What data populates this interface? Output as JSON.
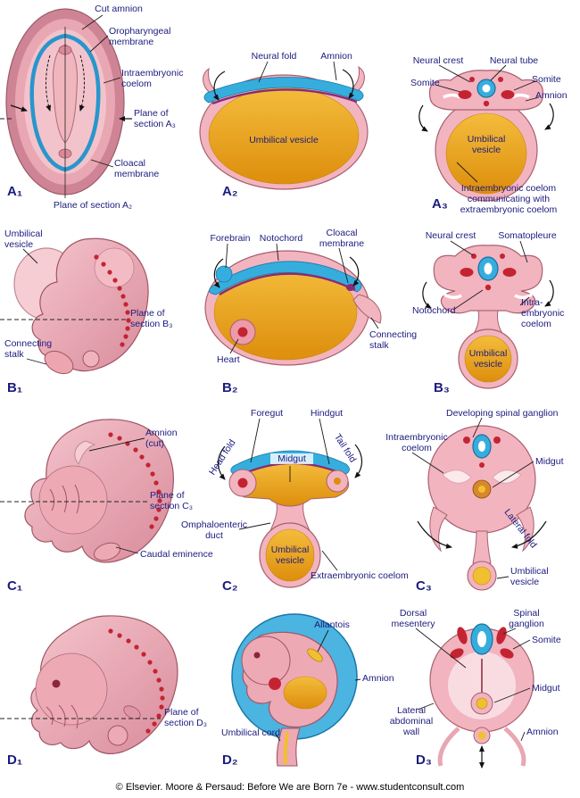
{
  "footer": "© Elsevier. Moore & Persaud: Before We are Born 7e - www.studentconsult.com",
  "colors": {
    "label_text": "#1b1b7e",
    "amnion_blue": "#35aede",
    "vesicle_orange": "#e79c1a",
    "embryo_pink": "#f2b4bf",
    "somite_red": "#c42432",
    "notochord_purple": "#8c2a74"
  },
  "a1": {
    "panel_label": "A₁",
    "cut_amnion": "Cut amnion",
    "oropharyngeal_membrane": "Oropharyngeal\nmembrane",
    "intraembryonic_coelom": "Intraembryonic\ncoelom",
    "plane_a3": "Plane of\nsection A₃",
    "cloacal_membrane": "Cloacal\nmembrane",
    "plane_a2": "Plane of section A₂"
  },
  "a2": {
    "panel_label": "A₂",
    "neural_fold": "Neural fold",
    "amnion": "Amnion",
    "umbilical_vesicle": "Umbilical vesicle"
  },
  "a3": {
    "panel_label": "A₃",
    "neural_crest": "Neural crest",
    "neural_tube": "Neural tube",
    "somite_left": "Somite",
    "somite_right": "Somite",
    "amnion": "Amnion",
    "umbilical_vesicle": "Umbilical\nvesicle",
    "coelom_note": "Intraembryonic coelom\ncommunicating with\nextraembryonic coelom"
  },
  "b1": {
    "panel_label": "B₁",
    "umbilical_vesicle": "Umbilical\nvesicle",
    "plane_b3": "Plane of\nsection B₃",
    "connecting_stalk": "Connecting\nstalk"
  },
  "b2": {
    "panel_label": "B₂",
    "forebrain": "Forebrain",
    "notochord": "Notochord",
    "cloacal_membrane": "Cloacal\nmembrane",
    "heart": "Heart",
    "connecting_stalk": "Connecting\nstalk"
  },
  "b3": {
    "panel_label": "B₃",
    "neural_crest": "Neural crest",
    "somatopleure": "Somatopleure",
    "notochord": "Notochord",
    "intraembryonic_coelom": "Intra-\nembryonic\ncoelom",
    "umbilical_vesicle": "Umbilical\nvesicle"
  },
  "c1": {
    "panel_label": "C₁",
    "amnion_cut": "Amnion\n(cut)",
    "plane_c3": "Plane of\nsection C₃",
    "caudal_eminence": "Caudal eminence"
  },
  "c2": {
    "panel_label": "C₂",
    "foregut": "Foregut",
    "hindgut": "Hindgut",
    "head_fold": "Head fold",
    "tail_fold": "Tail fold",
    "midgut": "Midgut",
    "omphaloenteric_duct": "Omphaloenteric\nduct",
    "umbilical_vesicle": "Umbilical\nvesicle",
    "extraembryonic_coelom": "Extraembryonic coelom"
  },
  "c3": {
    "panel_label": "C₃",
    "spinal_ganglion": "Developing spinal ganglion",
    "intraembryonic_coelom": "Intraembryonic\ncoelom",
    "midgut": "Midgut",
    "lateral_fold": "Lateral fold",
    "umbilical_vesicle": "Umbilical\nvesicle"
  },
  "d1": {
    "panel_label": "D₁",
    "plane_d3": "Plane of\nsection D₃"
  },
  "d2": {
    "panel_label": "D₂",
    "allantois": "Allantois",
    "amnion": "Amnion",
    "umbilical_cord": "Umbilical cord"
  },
  "d3": {
    "panel_label": "D₃",
    "dorsal_mesentery": "Dorsal\nmesentery",
    "spinal_ganglion": "Spinal\nganglion",
    "somite": "Somite",
    "midgut": "Midgut",
    "lateral_abdominal_wall": "Lateral\nabdominal\nwall",
    "amnion": "Amnion"
  }
}
